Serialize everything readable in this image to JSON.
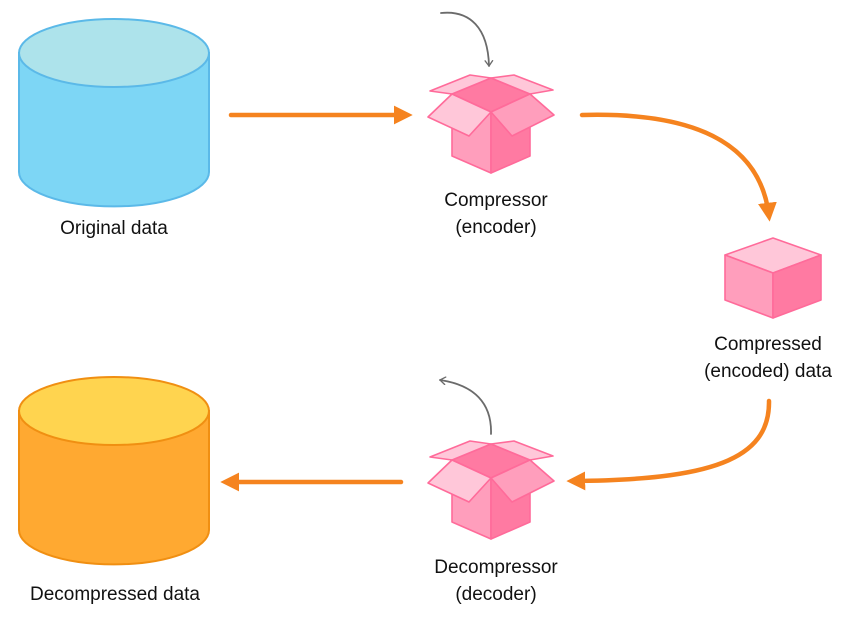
{
  "labels": {
    "original": "Original data",
    "compressor": [
      "Compressor",
      "(encoder)"
    ],
    "compressed": [
      "Compressed",
      "(encoded) data"
    ],
    "decompressor": [
      "Decompressor",
      "(decoder)"
    ],
    "decompressed": "Decompressed data"
  },
  "colors": {
    "blue_cylinder_top": "#ADE3EB",
    "blue_cylinder_body": "#7DD6F5",
    "blue_cylinder_stroke": "#5BB9E8",
    "yellow_cylinder_top": "#FFD44F",
    "orange_cylinder_body": "#FFA931",
    "orange_cylinder_stroke": "#F08F12",
    "box_light": "#FFC7D9",
    "box_mid": "#FF9EBC",
    "box_dark": "#FF7AA2",
    "box_stroke": "#FF6B9A",
    "arrow_orange": "#F5831F",
    "arrow_gray": "#6B6B6B",
    "text": "#111111"
  }
}
